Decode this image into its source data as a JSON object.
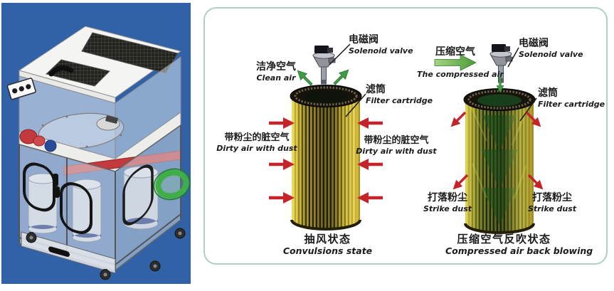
{
  "colors": {
    "photo_background": "#3162a8",
    "panel_border": "#aecfc6",
    "arrow_red": "#c5242b",
    "arrow_green": "#3f9b44",
    "compressed_air_green": "#6ab04c",
    "filter_yellow": "#d2bd37"
  },
  "diagrams": {
    "suction": {
      "solenoid_valve": {
        "zh": "电磁阀",
        "en": "Solenoid valve"
      },
      "clean_air": {
        "zh": "洁净空气",
        "en": "Clean air"
      },
      "filter_cartridge": {
        "zh": "滤筒",
        "en": "Filter cartridge"
      },
      "dirty_air_left": {
        "zh": "带粉尘的脏空气",
        "en": "Dirty air with dust"
      },
      "dirty_air_right": {
        "zh": "带粉尘的脏空气",
        "en": "Dirty air with dust"
      },
      "caption": {
        "zh": "抽风状态",
        "en": "Convulsions state"
      }
    },
    "backblow": {
      "compressed_air": {
        "zh": "压缩空气",
        "en": "The compressed air"
      },
      "solenoid_valve": {
        "zh": "电磁阀",
        "en": "Solenoid valve"
      },
      "filter_cartridge": {
        "zh": "滤筒",
        "en": "Filter cartridge"
      },
      "strike_dust_left": {
        "zh": "打落粉尘",
        "en": "Strike dust"
      },
      "strike_dust_right": {
        "zh": "打落粉尘",
        "en": "Strike dust"
      },
      "caption": {
        "zh": "压缩空气反吹状态",
        "en": "Compressed air back blowing"
      }
    }
  }
}
